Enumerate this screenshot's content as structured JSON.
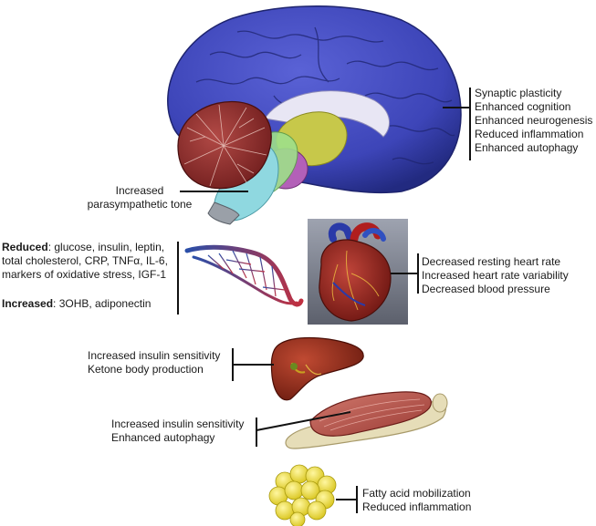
{
  "brain": {
    "effects": [
      "Synaptic plasticity",
      "Enhanced cognition",
      "Enhanced neurogenesis",
      "Reduced inflammation",
      "Enhanced autophagy"
    ],
    "brainstem_effect": [
      "Increased",
      "parasympathetic tone"
    ]
  },
  "blood": {
    "reduced_label": "Reduced",
    "reduced_items": [
      ": glucose, insulin, leptin,",
      "total cholesterol, CRP, TNFα, IL-6,",
      "markers of oxidative stress, IGF-1"
    ],
    "increased_label": "Increased",
    "increased_items": ": 3OHB, adiponectin"
  },
  "heart": {
    "effects": [
      "Decreased resting heart rate",
      "Increased heart rate variability",
      "Decreased blood pressure"
    ]
  },
  "liver": {
    "effects": [
      "Increased insulin sensitivity",
      "Ketone body production"
    ]
  },
  "muscle": {
    "effects": [
      "Increased insulin sensitivity",
      "Enhanced autophagy"
    ]
  },
  "adipose": {
    "effects": [
      "Fatty acid mobilization",
      "Reduced inflammation"
    ]
  },
  "colors": {
    "cortex": "#3d45b8",
    "cerebellum": "#8e2c2c",
    "brainstem": "#8fd8e0",
    "thalamus": "#c7c84a",
    "hypothalamus": "#b360b8",
    "heart": "#9a2a24",
    "liver": "#8a2a1c",
    "muscle": "#b8504a",
    "bone": "#e6ddb8",
    "fat": "#f4e530"
  }
}
